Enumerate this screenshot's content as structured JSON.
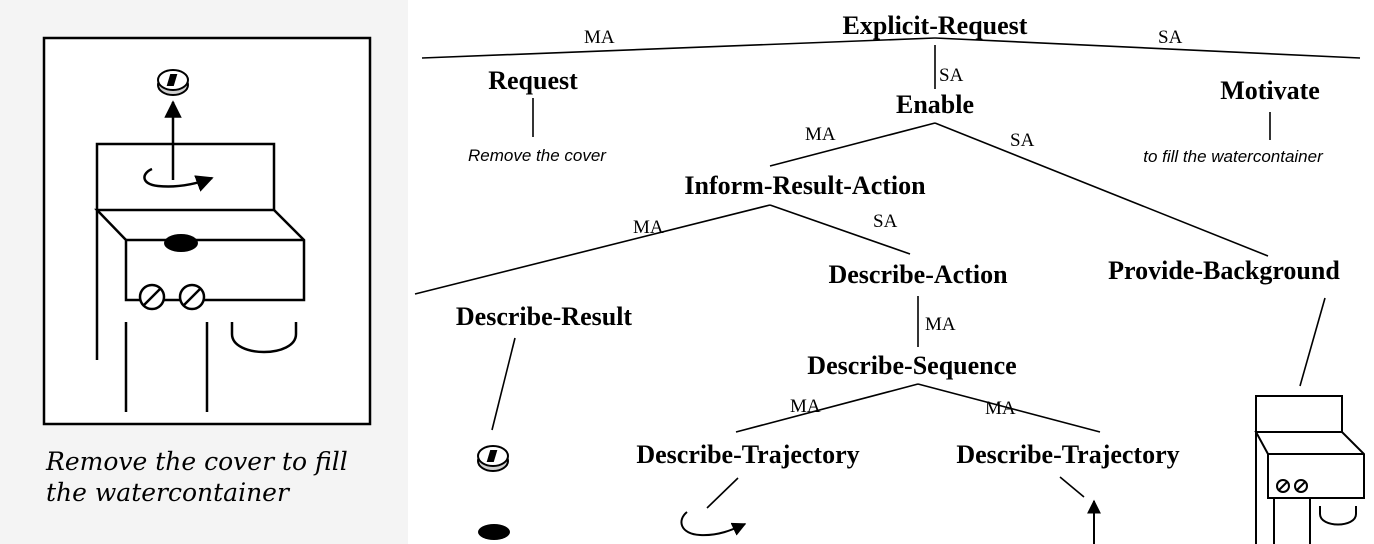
{
  "panel": {
    "caption": "Remove the cover to fill the watercontainer"
  },
  "tree": {
    "root": "Explicit-Request",
    "request": {
      "label": "Request",
      "gloss": "Remove the cover"
    },
    "enable": {
      "label": "Enable"
    },
    "motivate": {
      "label": "Motivate",
      "gloss": "to fill the watercontainer"
    },
    "inform_result_action": {
      "label": "Inform-Result-Action"
    },
    "provide_background": {
      "label": "Provide-Background"
    },
    "describe_result": {
      "label": "Describe-Result"
    },
    "describe_action": {
      "label": "Describe-Action"
    },
    "describe_sequence": {
      "label": "Describe-Sequence"
    },
    "describe_trajectory_1": {
      "label": "Describe-Trajectory"
    },
    "describe_trajectory_2": {
      "label": "Describe-Trajectory"
    }
  },
  "relations": {
    "ma": "MA",
    "sa": "SA"
  }
}
